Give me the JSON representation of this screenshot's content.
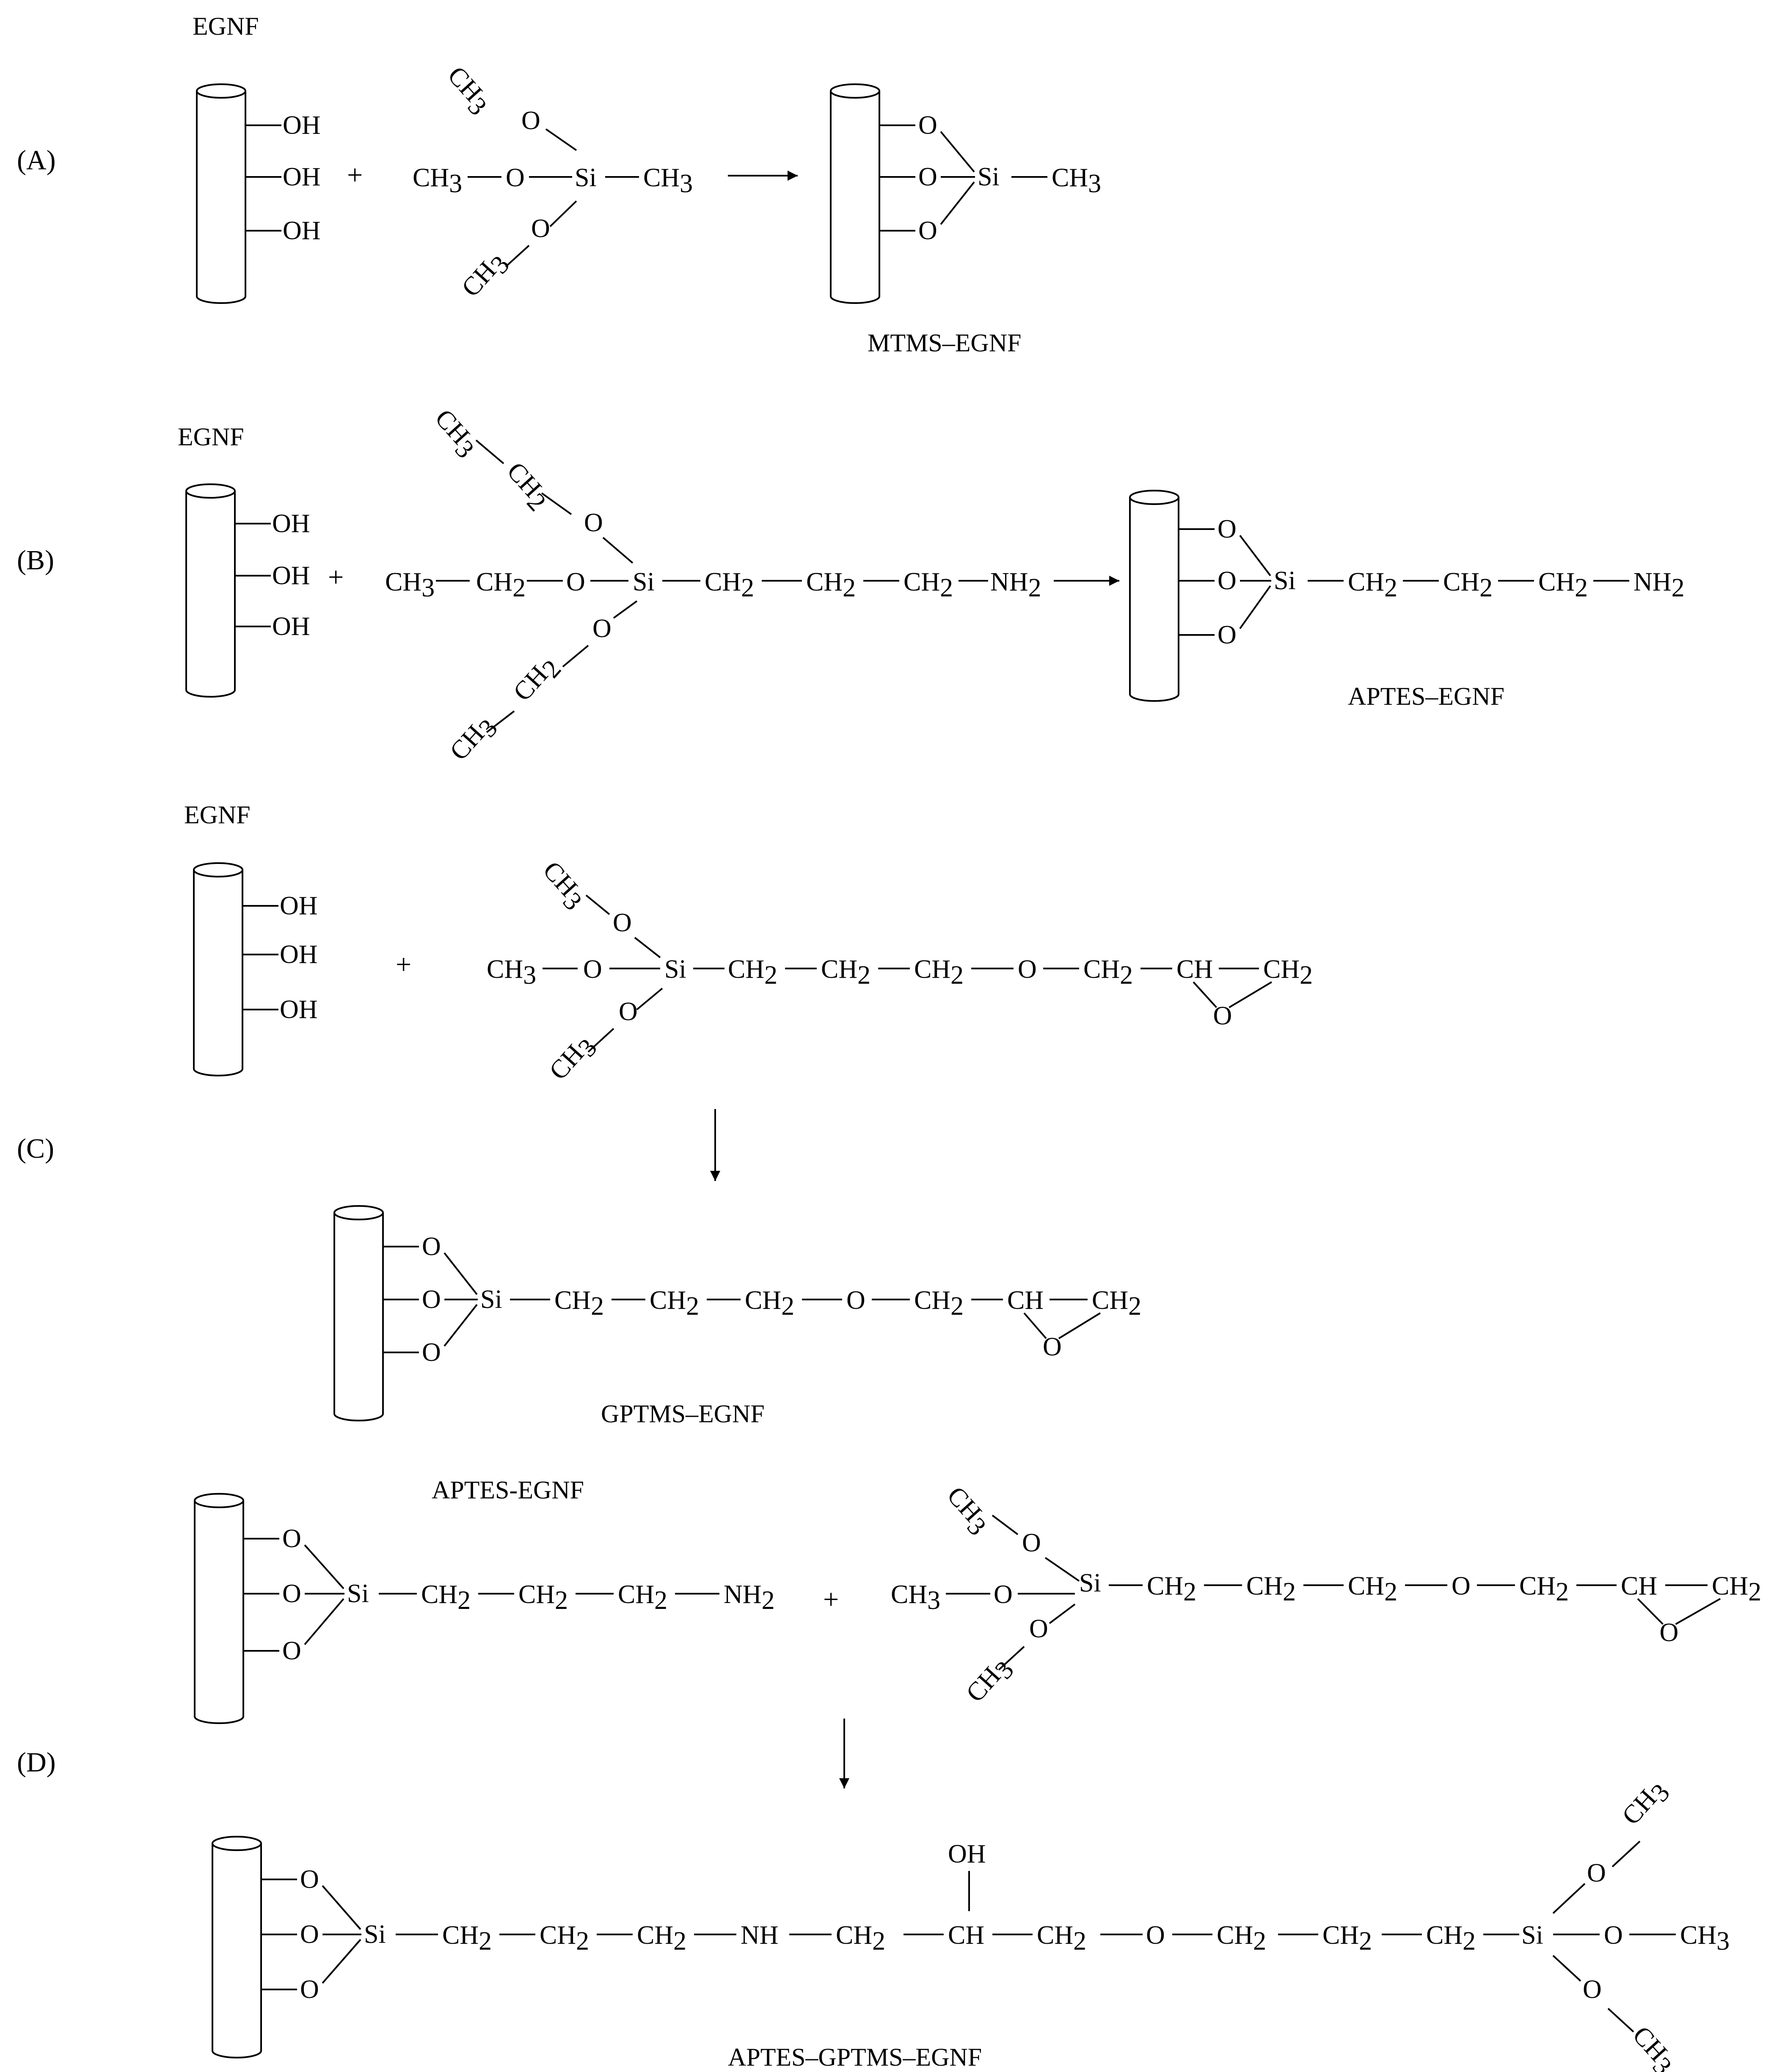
{
  "panels": {
    "a": "(A)",
    "b": "(B)",
    "c": "(C)",
    "d": "(D)"
  },
  "labels": {
    "egnf": "EGNF",
    "mtms_egnf": "MTMS–EGNF",
    "aptes_egnf": "APTES–EGNF",
    "gptms_egnf": "GPTMS–EGNF",
    "aptes_egnf_reactant": "APTES-EGNF",
    "aptes_gptms_egnf": "APTES–GPTMS–EGNF"
  },
  "atoms": {
    "oh": "OH",
    "o": "O",
    "si": "Si",
    "ch": "CH",
    "nh": "NH",
    "nh2_base": "NH",
    "ch2_base": "CH",
    "ch3_base": "CH",
    "sub2": "2",
    "sub3": "3"
  },
  "symbols": {
    "plus": "+"
  },
  "colors": {
    "ink": "#000000",
    "background": "#ffffff"
  }
}
